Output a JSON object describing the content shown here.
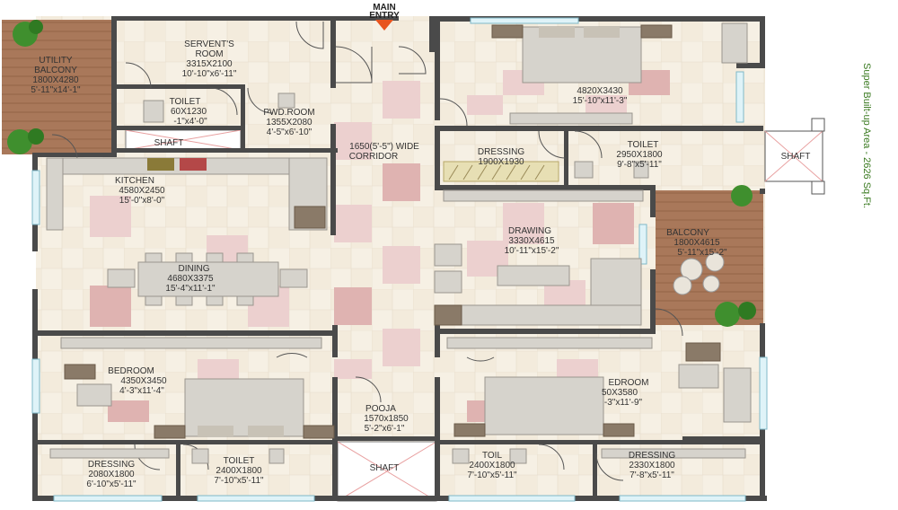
{
  "entry": {
    "label_line1": "MAIN",
    "label_line2": "ENTRY"
  },
  "area_note": "Super Built-up Area - 2626 Sq.Ft.",
  "rooms": {
    "utility_balcony": {
      "name_line1": "UTILITY",
      "name_line2": "BALCONY",
      "size_mm": "1800X4280",
      "size_ft": "5'-11\"x14'-1\""
    },
    "servents_room": {
      "name_line1": "SERVENT'S",
      "name_line2": "ROOM",
      "size_mm": "3315X2100",
      "size_ft": "10'-10\"x6'-11\""
    },
    "toilet_servent": {
      "name": "TOILET",
      "size_mm": "60X1230",
      "size_ft": "-1\"x4'-0\""
    },
    "pwd_room": {
      "name": "PWD.ROOM",
      "size_mm": "1355X2080",
      "size_ft": "4'-5\"x6'-10\""
    },
    "shaft_top": {
      "name": "SHAFT"
    },
    "corridor": {
      "name_line1": "1650(5'-5\") WIDE",
      "name_line2": "CORRIDOR"
    },
    "master_bedroom": {
      "size_mm": "4820X3430",
      "size_ft": "15'-10\"x11'-3\""
    },
    "dressing_top": {
      "name": "DRESSING",
      "size_mm": "1900X1930"
    },
    "toilet_top": {
      "name": "TOILET",
      "size_mm": "2950X1800",
      "size_ft": "9'-8\"x5'-11\""
    },
    "shaft_right": {
      "name": "SHAFT"
    },
    "kitchen": {
      "name": "KITCHEN",
      "size_mm": "4580X2450",
      "size_ft": "15'-0\"x8'-0\""
    },
    "drawing": {
      "name": "DRAWING",
      "size_mm": "3330X4615",
      "size_ft": "10'-11\"x15'-2\""
    },
    "balcony": {
      "name": "BALCONY",
      "size_mm": "1800X4615",
      "size_ft": "5'-11\"x15'-2\""
    },
    "dining": {
      "name": "DINING",
      "size_mm": "4680X3375",
      "size_ft": "15'-4\"x11'-1\""
    },
    "bedroom_left": {
      "name": "BEDROOM",
      "size_mm": "4350X3450",
      "size_ft": "4'-3\"x11'-4\""
    },
    "pooja": {
      "name": "POOJA",
      "size_mm": "1570x1850",
      "size_ft": "5'-2\"x6'-1\""
    },
    "bedroom_right": {
      "name": "EDROOM",
      "size_mm": "50X3580",
      "size_ft": "-3\"x11'-9\""
    },
    "dressing_bl": {
      "name": "DRESSING",
      "size_mm": "2080X1800",
      "size_ft": "6'-10\"x5'-11\""
    },
    "toilet_bl": {
      "name": "TOILET",
      "size_mm": "2400X1800",
      "size_ft": "7'-10\"x5'-11\""
    },
    "shaft_bottom": {
      "name": "SHAFT"
    },
    "toilet_br": {
      "name": "TOIL",
      "size_mm": "2400X1800",
      "size_ft": "7'-10\"x5'-11\""
    },
    "dressing_br": {
      "name": "DRESSING",
      "size_mm": "2330X1800",
      "size_ft": "7'-8\"x5'-11\""
    }
  },
  "colors": {
    "tile_light": "#f6f0e4",
    "tile_pink": "#ecd0cf",
    "tile_rose": "#dfb3b1",
    "balcony_wood": "#a9785a",
    "wall": "#4a4a4a",
    "entry_arrow": "#e8541e",
    "area_green": "#3a7a20"
  }
}
